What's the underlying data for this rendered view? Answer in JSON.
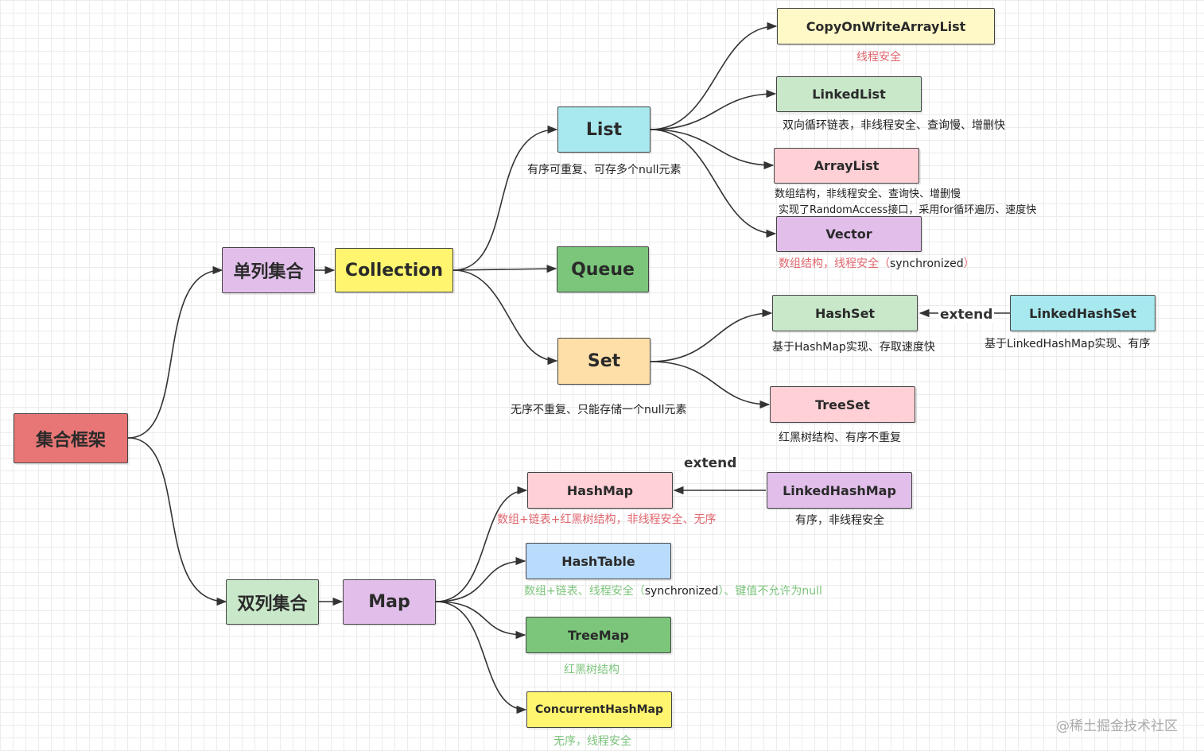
{
  "colors": {
    "red_fill": "#E87676",
    "purple_fill": "#E1BFEA",
    "yellow_fill": "#FFF56F",
    "light_yellow_fill": "#FFF9C7",
    "cyan_fill": "#A8E8EF",
    "green_fill": "#7BC67B",
    "light_green_fill": "#C9E7C9",
    "pink_fill": "#FFD0D6",
    "orange_fill": "#FFDFA8",
    "blue_fill": "#BADCFC",
    "note_red": "#E0666E",
    "note_green": "#7CC47C"
  },
  "nodes": {
    "root": "集合框架",
    "single": "单列集合",
    "double": "双列集合",
    "collection": "Collection",
    "map": "Map",
    "list": "List",
    "queue": "Queue",
    "set": "Set",
    "copy_on_write": "CopyOnWriteArrayList",
    "linked_list": "LinkedList",
    "array_list": "ArrayList",
    "vector": "Vector",
    "hash_set": "HashSet",
    "linked_hash_set": "LinkedHashSet",
    "tree_set": "TreeSet",
    "hash_map": "HashMap",
    "linked_hash_map": "LinkedHashMap",
    "hash_table": "HashTable",
    "tree_map": "TreeMap",
    "concurrent_hash_map": "ConcurrentHashMap"
  },
  "notes": {
    "list": "有序可重复、可存多个null元素",
    "set": "无序不重复、只能存储一个null元素",
    "copy_on_write": "线程安全",
    "linked_list": "双向循环链表，非线程安全、查询慢、增删快",
    "array_list_1": "数组结构，非线程安全、查询快、增删慢",
    "array_list_2": "实现了RandomAccess接口，采用for循环遍历、速度快",
    "vector_a": "数组结构，线程安全（",
    "vector_b": "synchronized",
    "vector_c": "）",
    "hash_set": "基于HashMap实现、存取速度快",
    "linked_hash_set": "基于LinkedHashMap实现、有序",
    "tree_set": "红黑树结构、有序不重复",
    "hash_map": "数组+链表+红黑树结构，非线程安全、无序",
    "linked_hash_map": "有序，非线程安全",
    "hash_table_a": "数组+链表、线程安全（",
    "hash_table_b": "synchronized",
    "hash_table_c": "）、键值不允许为null",
    "tree_map": "红黑树结构",
    "concurrent_hash_map": "无序，线程安全"
  },
  "edge_labels": {
    "set_extend": "extend",
    "map_extend": "extend"
  },
  "watermark": "@稀土掘金技术社区"
}
